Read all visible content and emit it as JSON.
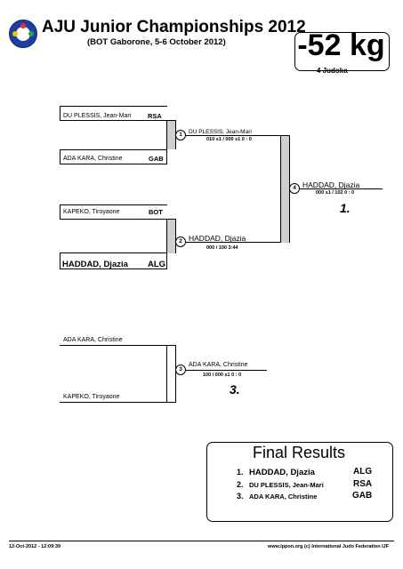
{
  "header": {
    "title": "AJU Junior Championships 2012",
    "subtitle": "(BOT Gaborone, 5-6 October 2012)",
    "weight_class": "-52 kg",
    "judoka_count": "4 Judoka"
  },
  "main_bracket": {
    "entrants": [
      {
        "name": "DU PLESSIS, Jean-Mari",
        "nat": "RSA"
      },
      {
        "name": "ADA KARA, Christine",
        "nat": "GAB"
      },
      {
        "name": "KAPEKO, Tiroyaone",
        "nat": "BOT"
      },
      {
        "name": "HADDAD, Djazia",
        "nat": "ALG"
      }
    ],
    "matches": [
      {
        "number": "1",
        "winner": "DU PLESSIS, Jean-Mari",
        "score": "010 s1 / 000 s1        0 : 0"
      },
      {
        "number": "2",
        "winner": "HADDAD, Djazia",
        "score": "000  / 100            3:44"
      },
      {
        "number": "4",
        "winner": "HADDAD, Djazia",
        "score": "000 s1 / 102          0 : 0"
      }
    ],
    "place_label": "1."
  },
  "repechage": {
    "entrants": [
      {
        "name": "ADA KARA, Christine"
      },
      {
        "name": "KAPEKO, Tiroyaone"
      }
    ],
    "match": {
      "number": "3",
      "winner": "ADA KARA, Christine",
      "score": "100  / 000 s1        0 : 0"
    },
    "place_label": "3."
  },
  "final_results": {
    "title": "Final Results",
    "rows": [
      {
        "place": "1.",
        "name": "HADDAD, Djazia",
        "nat": "ALG"
      },
      {
        "place": "2.",
        "name": "DU PLESSIS, Jean-Mari",
        "nat": "RSA"
      },
      {
        "place": "3.",
        "name": "ADA KARA, Christine",
        "nat": "GAB"
      }
    ]
  },
  "footer": {
    "timestamp": "12-Oct-2012 - 12:09:39",
    "credit": "www.ippon.org  (c) International Judo Federation IJF"
  }
}
